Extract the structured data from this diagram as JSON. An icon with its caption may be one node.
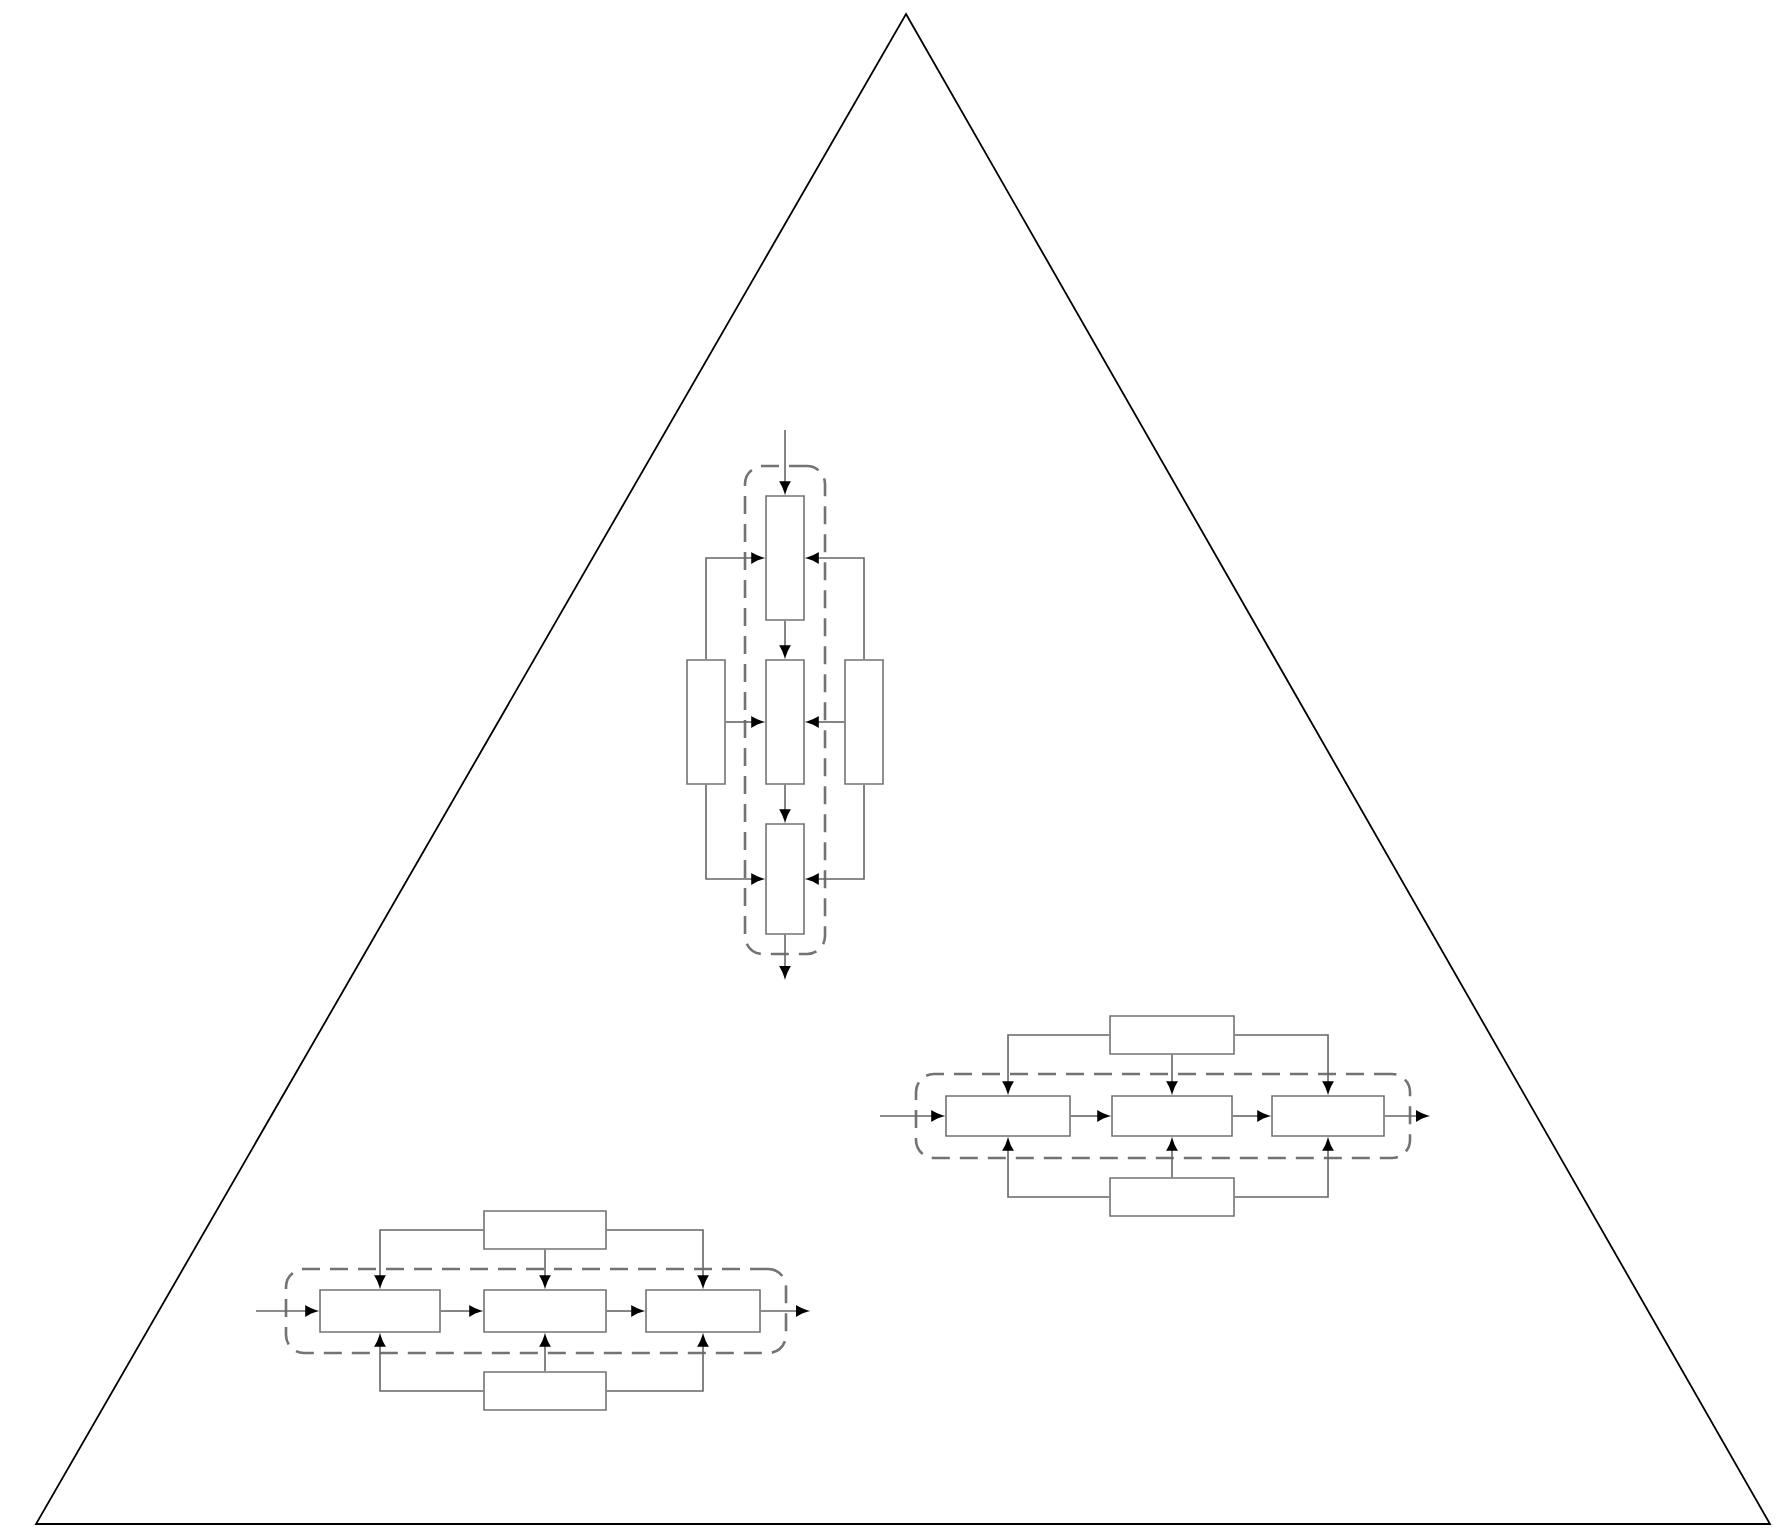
{
  "diagram": {
    "nodes": [
      {
        "text": [],
        "shape": "triangle"
      },
      {
        "text": [],
        "shape": "box",
        "in": 0
      },
      {
        "text": [],
        "shape": "box",
        "in": 1
      },
      {
        "text": [],
        "shape": "box",
        "in": 1
      },
      {
        "text": [],
        "shape": "box",
        "in": 1
      },
      {
        "text": [],
        "shape": "box",
        "in": 0
      },
      {
        "text": [],
        "shape": "box",
        "in": 0
      },
      {
        "text": [],
        "shape": "box",
        "in": 0
      },
      {
        "text": [],
        "shape": "box",
        "in": 7
      },
      {
        "text": [],
        "shape": "box",
        "in": 7
      },
      {
        "text": [],
        "shape": "box",
        "in": 7
      },
      {
        "text": [],
        "shape": "box",
        "in": 0
      },
      {
        "text": [],
        "shape": "box",
        "in": 0
      },
      {
        "text": [],
        "shape": "box",
        "in": 0
      },
      {
        "text": [],
        "shape": "box",
        "in": 13
      },
      {
        "text": [],
        "shape": "box",
        "in": 13
      },
      {
        "text": [],
        "shape": "box",
        "in": 13
      },
      {
        "text": [],
        "shape": "box",
        "in": 0
      },
      {
        "text": [],
        "shape": "box",
        "in": 0
      }
    ],
    "edges": [
      {
        "from": null,
        "to": 2,
        "arrow": "to"
      },
      {
        "from": 2,
        "to": 3,
        "arrow": "to"
      },
      {
        "from": 3,
        "to": 4,
        "arrow": "to"
      },
      {
        "from": 4,
        "to": null,
        "arrow": "to"
      },
      {
        "from": 5,
        "to": 2,
        "arrow": "to"
      },
      {
        "from": 5,
        "to": 3,
        "arrow": "to"
      },
      {
        "from": 5,
        "to": 4,
        "arrow": "to"
      },
      {
        "from": 6,
        "to": 2,
        "arrow": "to"
      },
      {
        "from": 6,
        "to": 3,
        "arrow": "to"
      },
      {
        "from": 6,
        "to": 4,
        "arrow": "to"
      },
      {
        "from": null,
        "to": 8,
        "arrow": "to"
      },
      {
        "from": 8,
        "to": 9,
        "arrow": "to"
      },
      {
        "from": 9,
        "to": 10,
        "arrow": "to"
      },
      {
        "from": 10,
        "to": null,
        "arrow": "to"
      },
      {
        "from": 11,
        "to": 8,
        "arrow": "to"
      },
      {
        "from": 11,
        "to": 9,
        "arrow": "to"
      },
      {
        "from": 11,
        "to": 10,
        "arrow": "to"
      },
      {
        "from": 12,
        "to": 8,
        "arrow": "to"
      },
      {
        "from": 12,
        "to": 9,
        "arrow": "to"
      },
      {
        "from": 12,
        "to": 10,
        "arrow": "to"
      },
      {
        "from": null,
        "to": 14,
        "arrow": "to"
      },
      {
        "from": 14,
        "to": 15,
        "arrow": "to"
      },
      {
        "from": 15,
        "to": 16,
        "arrow": "to"
      },
      {
        "from": 16,
        "to": null,
        "arrow": "to"
      },
      {
        "from": 17,
        "to": 14,
        "arrow": "to"
      },
      {
        "from": 17,
        "to": 15,
        "arrow": "to"
      },
      {
        "from": 17,
        "to": 16,
        "arrow": "to"
      },
      {
        "from": 18,
        "to": 14,
        "arrow": "to"
      },
      {
        "from": 18,
        "to": 15,
        "arrow": "to"
      },
      {
        "from": 18,
        "to": 16,
        "arrow": "to"
      }
    ]
  }
}
